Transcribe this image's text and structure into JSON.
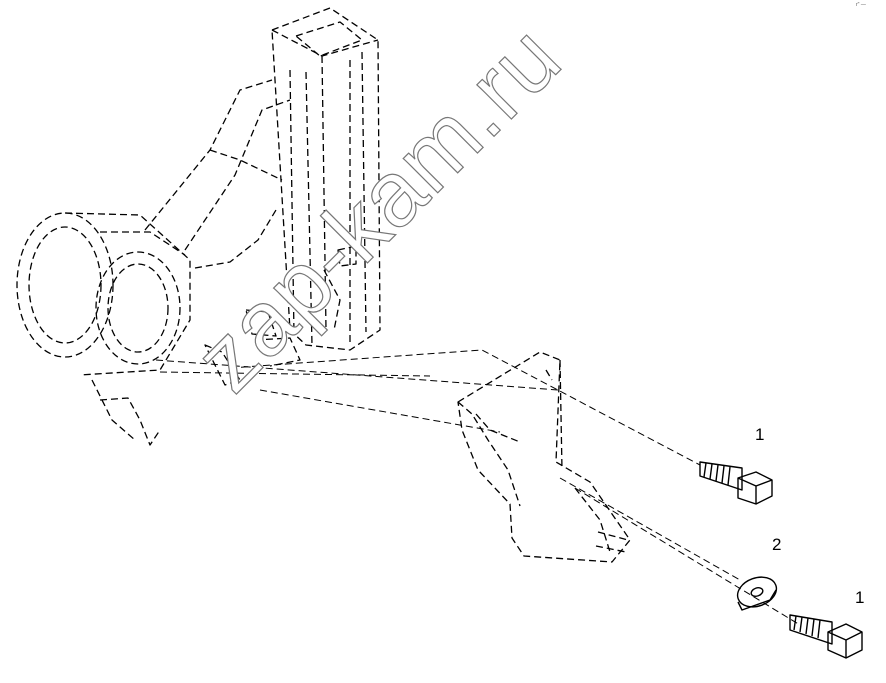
{
  "diagram": {
    "callouts": [
      {
        "id": "callout-1-upper",
        "label": "1"
      },
      {
        "id": "callout-2",
        "label": "2"
      },
      {
        "id": "callout-1-lower",
        "label": "1"
      }
    ],
    "corner_mark": "r\" —",
    "watermark": "zap-kam.ru"
  }
}
